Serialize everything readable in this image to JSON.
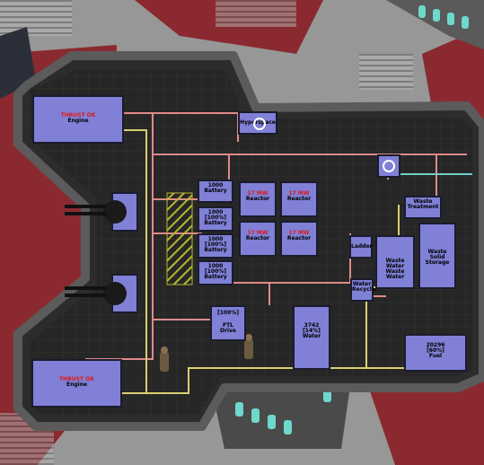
{
  "rooms": {
    "thrust_top": {
      "line1": "THRUST OK",
      "line2": "Engine"
    },
    "thrust_bottom": {
      "line1": "THRUST OK",
      "line2": "Engine"
    },
    "hyperspace": {
      "line1": "Hyperspace"
    },
    "battery1": {
      "line1": "1000",
      "line2": "Battery"
    },
    "battery2": {
      "line1": "1000",
      "line2": "[100%]",
      "line3": "Battery"
    },
    "battery3": {
      "line1": "1000",
      "line2": "[100%]",
      "line3": "Battery"
    },
    "battery4": {
      "line1": "1000",
      "line2": "[100%]",
      "line3": "Battery"
    },
    "reactor1": {
      "line1": "17 MW",
      "line2": "Reactor"
    },
    "reactor2": {
      "line1": "17 MW",
      "line2": "Reactor"
    },
    "reactor3": {
      "line1": "17 MW",
      "line2": "Reactor"
    },
    "reactor4": {
      "line1": "17 MW",
      "line2": "Reactor"
    },
    "ftl": {
      "line1": "[100%]",
      "line2": "FTL",
      "line3": "Drive"
    },
    "ladder": {
      "line1": "Ladder"
    },
    "water_recycler": {
      "line1": "Water",
      "line2": "Recycler"
    },
    "waste_treatment": {
      "line1": "Waste",
      "line2": "Treatment"
    },
    "waste_water": {
      "line1": "Waste",
      "line2": "Water",
      "line3": "Waste Water"
    },
    "waste_storage": {
      "line1": "Waste",
      "line2": "Solid",
      "line3": "Storage"
    },
    "water_tank": {
      "line1": "3742",
      "line2": "[14%]",
      "line3": "Water"
    },
    "fuel_tank": {
      "line1": "20296",
      "line2": "[60%]",
      "line3": "Fuel"
    }
  },
  "colors": {
    "hull_dark": "#2a2a2a",
    "hull_outline": "#5a5a5a",
    "floor": "#262626",
    "room_fill": "#7f80d6",
    "power_line": "#e08a8a",
    "data_line": "#d8d070",
    "water_line": "#70d0c8",
    "warning_text": "#e01818",
    "debris_red": "#8a2a30"
  }
}
